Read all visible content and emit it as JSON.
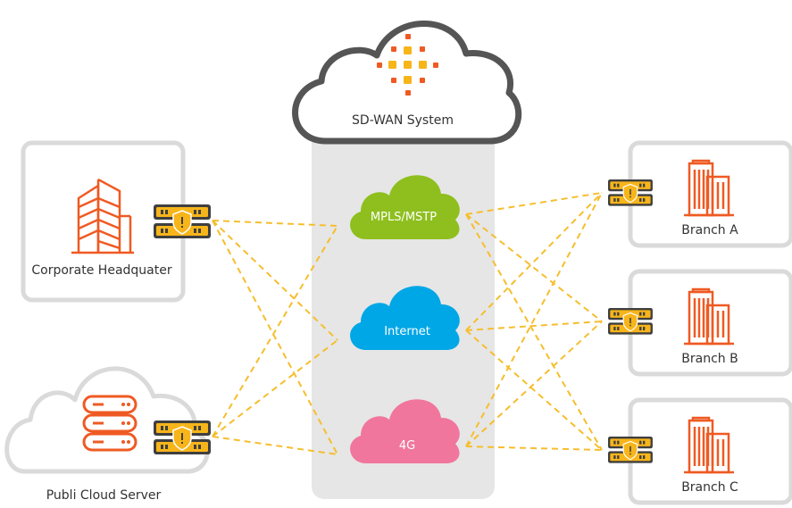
{
  "system": {
    "label": "SD-WAN System"
  },
  "sites": {
    "headquarters": {
      "label": "Corporate Headquater"
    },
    "cloud_server": {
      "label": "Publi Cloud Server"
    },
    "branch_a": {
      "label": "Branch A"
    },
    "branch_b": {
      "label": "Branch B"
    },
    "branch_c": {
      "label": "Branch C"
    }
  },
  "networks": {
    "mpls": {
      "label": "MPLS/MSTP",
      "color": "#8ebf1e"
    },
    "internet": {
      "label": "Internet",
      "color": "#00a7e6"
    },
    "fourg": {
      "label": "4G",
      "color": "#f0769e"
    }
  },
  "colors": {
    "orange": "#ef5a23",
    "router_yellow": "#f7b51a",
    "link": "#f6be2e",
    "frame": "#dadada",
    "column": "#e6e6e6",
    "text": "#333333"
  }
}
